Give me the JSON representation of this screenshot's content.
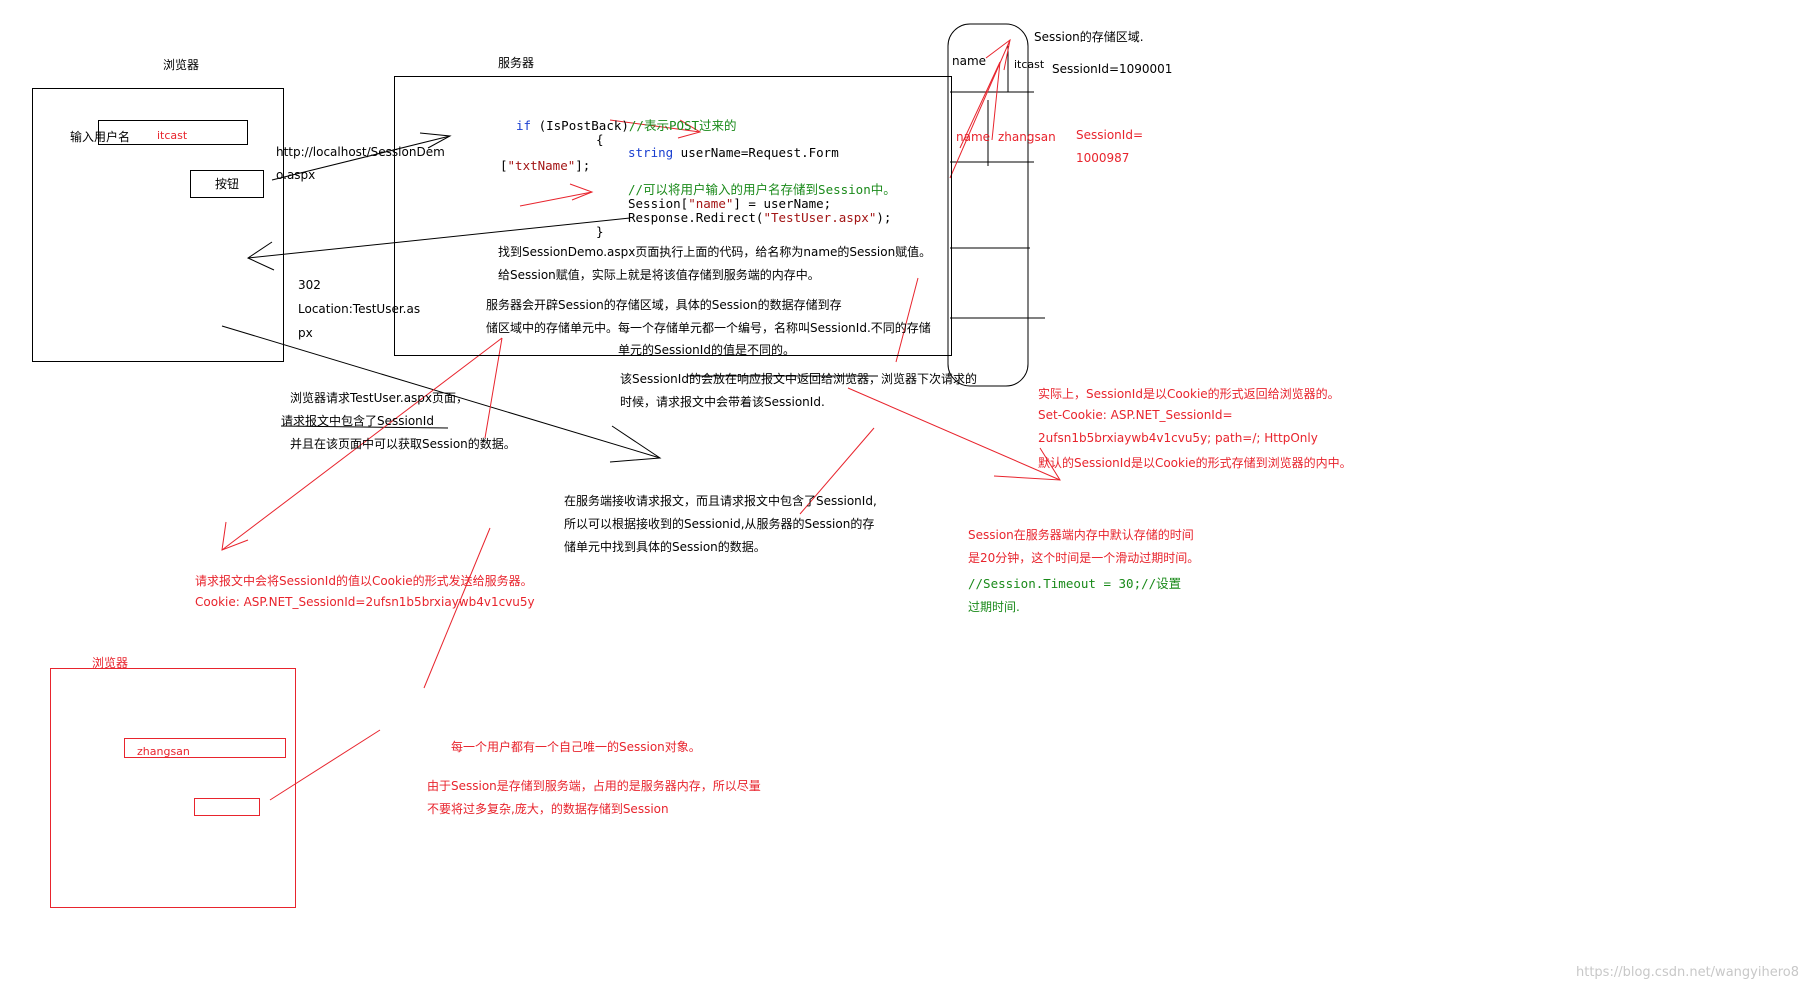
{
  "browser_top": {
    "title": "浏览器",
    "username_label": "输入用户名",
    "username_value": "itcast",
    "button_label": "按钮"
  },
  "request_url": [
    "http://localhost/SessionDem",
    "o.aspx"
  ],
  "redirect_response": [
    "302",
    "Location:TestUser.as",
    "px"
  ],
  "server": {
    "title": "服务器",
    "code": {
      "if_kw": "if",
      "if_cond": " (IsPostBack)",
      "if_comment": "//表示POST过来的",
      "open_brace": "{",
      "string_kw": "string",
      "decl": " userName=Request.Form",
      "form_key_open": "[",
      "form_key": "\"txtName\"",
      "form_key_close": "];",
      "comment2": "//可以将用户输入的用户名存储到Session中。",
      "session_pre": "Session[",
      "session_key": "\"name\"",
      "session_post": "] = userName;",
      "redirect_pre": "Response.Redirect(",
      "redirect_arg": "\"TestUser.aspx\"",
      "redirect_post": ");",
      "close_brace": "}"
    },
    "notes": [
      "找到SessionDemo.aspx页面执行上面的代码，给名称为name的Session赋值。",
      "给Session赋值，实际上就是将该值存储到服务端的内存中。"
    ],
    "store_notes": [
      "服务器会开辟Session的存储区域，具体的Session的数据存储到存",
      "储区域中的存储单元中。每一个存储单元都一个编号，名称叫SessionId.不同的存储",
      "单元的SessionId的值是不同的。"
    ],
    "return_notes": [
      "该SessionId的会放在响应报文中返回给浏览器，浏览器下次请求的",
      "时候，请求报文中会带着该SessionId."
    ]
  },
  "session_store": {
    "title": "Session的存储区域.",
    "cell1_key": "name",
    "cell1_value": "itcast",
    "cell1_id": "SessionId=1090001",
    "cell2_key": "name",
    "cell2_value": "zhangsan",
    "cell2_id": [
      "SessionId=",
      "1000987"
    ]
  },
  "cookie_notes": [
    "实际上，SessionId是以Cookie的形式返回给浏览器的。",
    "Set-Cookie: ASP.NET_SessionId=",
    "2ufsn1b5brxiaywb4v1cvu5y; path=/; HttpOnly",
    "默认的SessionId是以Cookie的形式存储到浏览器的内中。"
  ],
  "request_notes": [
    "浏览器请求TestUser.aspx页面，",
    "请求报文中包含了SessionId",
    "并且在该页面中可以获取Session的数据。"
  ],
  "server_receive_notes": [
    "在服务端接收请求报文，而且请求报文中包含了SessionId,",
    "所以可以根据接收到的Sessionid,从服务器的Session的存",
    "储单元中找到具体的Session的数据。"
  ],
  "timeout_notes": {
    "line1": "Session在服务器端内存中默认存储的时间",
    "line2": "是20分钟，这个时间是一个滑动过期时间。",
    "code_comment": "//Session.Timeout = 30;//设置",
    "line4": "过期时间."
  },
  "cookie_send_notes": [
    "请求报文中会将SessionId的值以Cookie的形式发送给服务器。",
    "Cookie: ASP.NET_SessionId=2ufsn1b5brxiaywb4v1cvu5y"
  ],
  "browser_bottom": {
    "title": "浏览器",
    "username_value": "zhangsan"
  },
  "unique_note": "每一个用户都有一个自己唯一的Session对象。",
  "memory_notes": [
    "由于Session是存储到服务端，占用的是服务器内存，所以尽量",
    "不要将过多复杂,庞大，的数据存储到Session"
  ],
  "watermark": "https://blog.csdn.net/wangyihero8",
  "colors": {
    "red": "#e8242d",
    "black": "#000000",
    "keyword_blue": "#1a3fd0",
    "comment_green": "#1a8a1a",
    "string_red": "#a31515"
  }
}
